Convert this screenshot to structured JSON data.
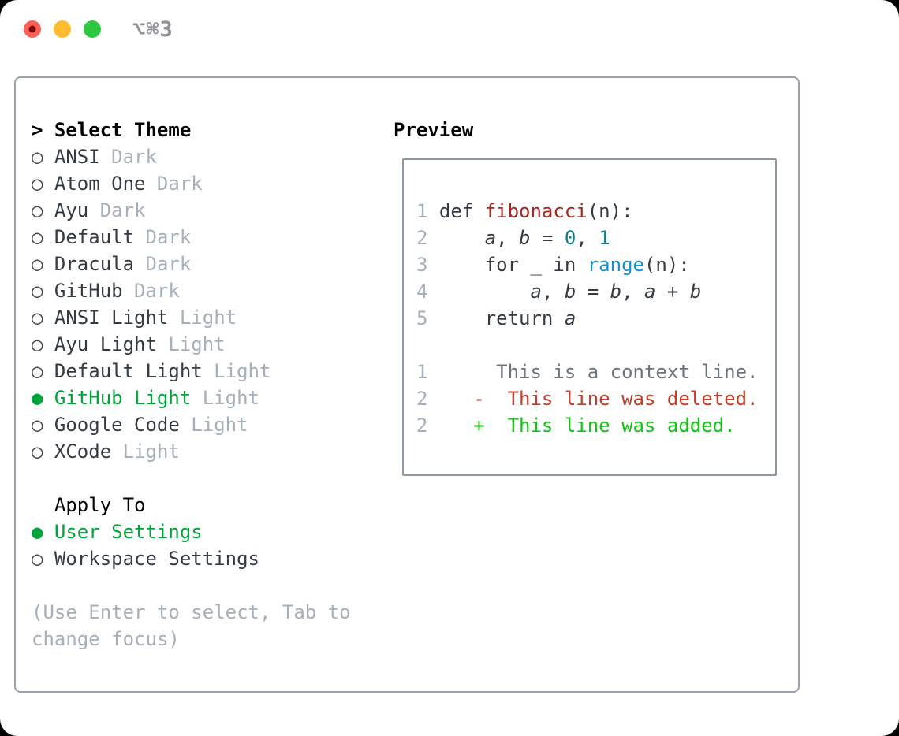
{
  "window": {
    "shortcut_label": "⌥⌘3"
  },
  "titlebar": {
    "buttons": [
      {
        "name": "close",
        "color": "#ff5f57",
        "dot": "#7e0b08"
      },
      {
        "name": "minimize",
        "color": "#febc2e",
        "dot": ""
      },
      {
        "name": "zoom",
        "color": "#2bc840",
        "dot": ""
      }
    ]
  },
  "icons": {
    "radio_on": "●",
    "radio_off": "○",
    "prompt_arrow": ">"
  },
  "theme_panel": {
    "header": {
      "prompt": ">",
      "label": "Select Theme"
    },
    "themes": [
      {
        "label": "ANSI",
        "variant": "Dark",
        "selected": false
      },
      {
        "label": "Atom One",
        "variant": "Dark",
        "selected": false
      },
      {
        "label": "Ayu",
        "variant": "Dark",
        "selected": false
      },
      {
        "label": "Default",
        "variant": "Dark",
        "selected": false
      },
      {
        "label": "Dracula",
        "variant": "Dark",
        "selected": false
      },
      {
        "label": "GitHub",
        "variant": "Dark",
        "selected": false
      },
      {
        "label": "ANSI Light",
        "variant": "Light",
        "selected": false
      },
      {
        "label": "Ayu Light",
        "variant": "Light",
        "selected": false
      },
      {
        "label": "Default Light",
        "variant": "Light",
        "selected": false
      },
      {
        "label": "GitHub Light",
        "variant": "Light",
        "selected": true
      },
      {
        "label": "Google Code",
        "variant": "Light",
        "selected": false
      },
      {
        "label": "XCode",
        "variant": "Light",
        "selected": false
      }
    ],
    "apply_to": {
      "header": "Apply To",
      "options": [
        {
          "label": "User Settings",
          "selected": true
        },
        {
          "label": "Workspace Settings",
          "selected": false
        }
      ]
    },
    "hint": "(Use Enter to select, Tab to change focus)"
  },
  "preview": {
    "header": "Preview",
    "code_lines": [
      {
        "num": "1",
        "tokens": [
          {
            "text": "def ",
            "style": "plain"
          },
          {
            "text": "fibonacci",
            "style": "function"
          },
          {
            "text": "(n):",
            "style": "plain"
          }
        ]
      },
      {
        "num": "2",
        "tokens": [
          {
            "text": "    ",
            "style": "plain"
          },
          {
            "text": "a",
            "style": "variable"
          },
          {
            "text": ", ",
            "style": "plain"
          },
          {
            "text": "b",
            "style": "variable"
          },
          {
            "text": " = ",
            "style": "plain"
          },
          {
            "text": "0",
            "style": "number"
          },
          {
            "text": ", ",
            "style": "plain"
          },
          {
            "text": "1",
            "style": "number"
          }
        ]
      },
      {
        "num": "3",
        "tokens": [
          {
            "text": "    for _ in ",
            "style": "plain"
          },
          {
            "text": "range",
            "style": "builtin"
          },
          {
            "text": "(n):",
            "style": "plain"
          }
        ]
      },
      {
        "num": "4",
        "tokens": [
          {
            "text": "        ",
            "style": "plain"
          },
          {
            "text": "a",
            "style": "variable"
          },
          {
            "text": ", ",
            "style": "plain"
          },
          {
            "text": "b",
            "style": "variable"
          },
          {
            "text": " = ",
            "style": "plain"
          },
          {
            "text": "b",
            "style": "variable"
          },
          {
            "text": ", ",
            "style": "plain"
          },
          {
            "text": "a",
            "style": "variable"
          },
          {
            "text": " + ",
            "style": "plain"
          },
          {
            "text": "b",
            "style": "variable"
          }
        ]
      },
      {
        "num": "5",
        "tokens": [
          {
            "text": "    return ",
            "style": "plain"
          },
          {
            "text": "a",
            "style": "variable"
          }
        ]
      }
    ],
    "diff_lines": [
      {
        "num": "1",
        "kind": "context",
        "text": "     This is a context line."
      },
      {
        "num": "2",
        "kind": "deleted",
        "text": "   -  This line was deleted."
      },
      {
        "num": "2",
        "kind": "added",
        "text": "   +  This line was added."
      }
    ]
  },
  "colors": {
    "selection_green": "#00a43b",
    "added_green": "#12c312",
    "deleted_red": "#c53c2b",
    "function_red": "#a5261e",
    "number_teal": "#0f7e87",
    "builtin_blue": "#1691cf",
    "muted_gray": "#a6b0ba",
    "text_dark": "#343b43",
    "context_gray": "#6d747c",
    "panel_border": "#9aa3ad",
    "preview_border": "#8f99a3"
  }
}
